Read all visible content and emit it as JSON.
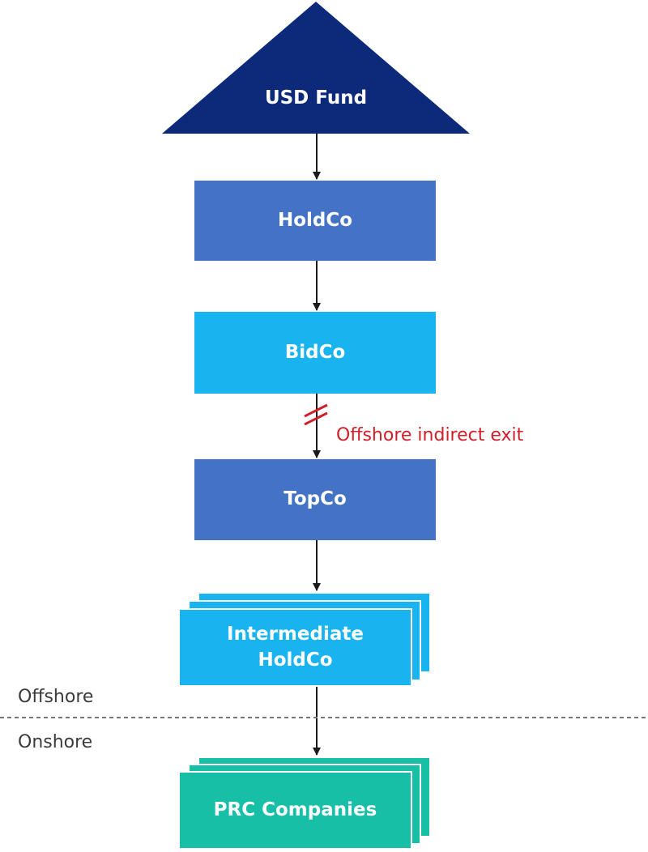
{
  "diagram": {
    "fund": {
      "label": "USD Fund"
    },
    "holdco": {
      "label": "HoldCo"
    },
    "bidco": {
      "label": "BidCo"
    },
    "topco": {
      "label": "TopCo"
    },
    "intermediate_holdco": {
      "label": "Intermediate\nHoldCo"
    },
    "prc_companies": {
      "label": "PRC Companies"
    },
    "exit_annotation": "Offshore indirect exit",
    "offshore_label": "Offshore",
    "onshore_label": "Onshore"
  },
  "colors": {
    "fund": "#0d2a7a",
    "holdco": "#4472c4",
    "bidco": "#19b3f0",
    "topco": "#4472c4",
    "intermediate_holdco": "#19b3f0",
    "prc_companies": "#16bfa6",
    "exit_marker": "#d11f2a",
    "arrow": "#1a1a1a",
    "divider": "#777777"
  }
}
